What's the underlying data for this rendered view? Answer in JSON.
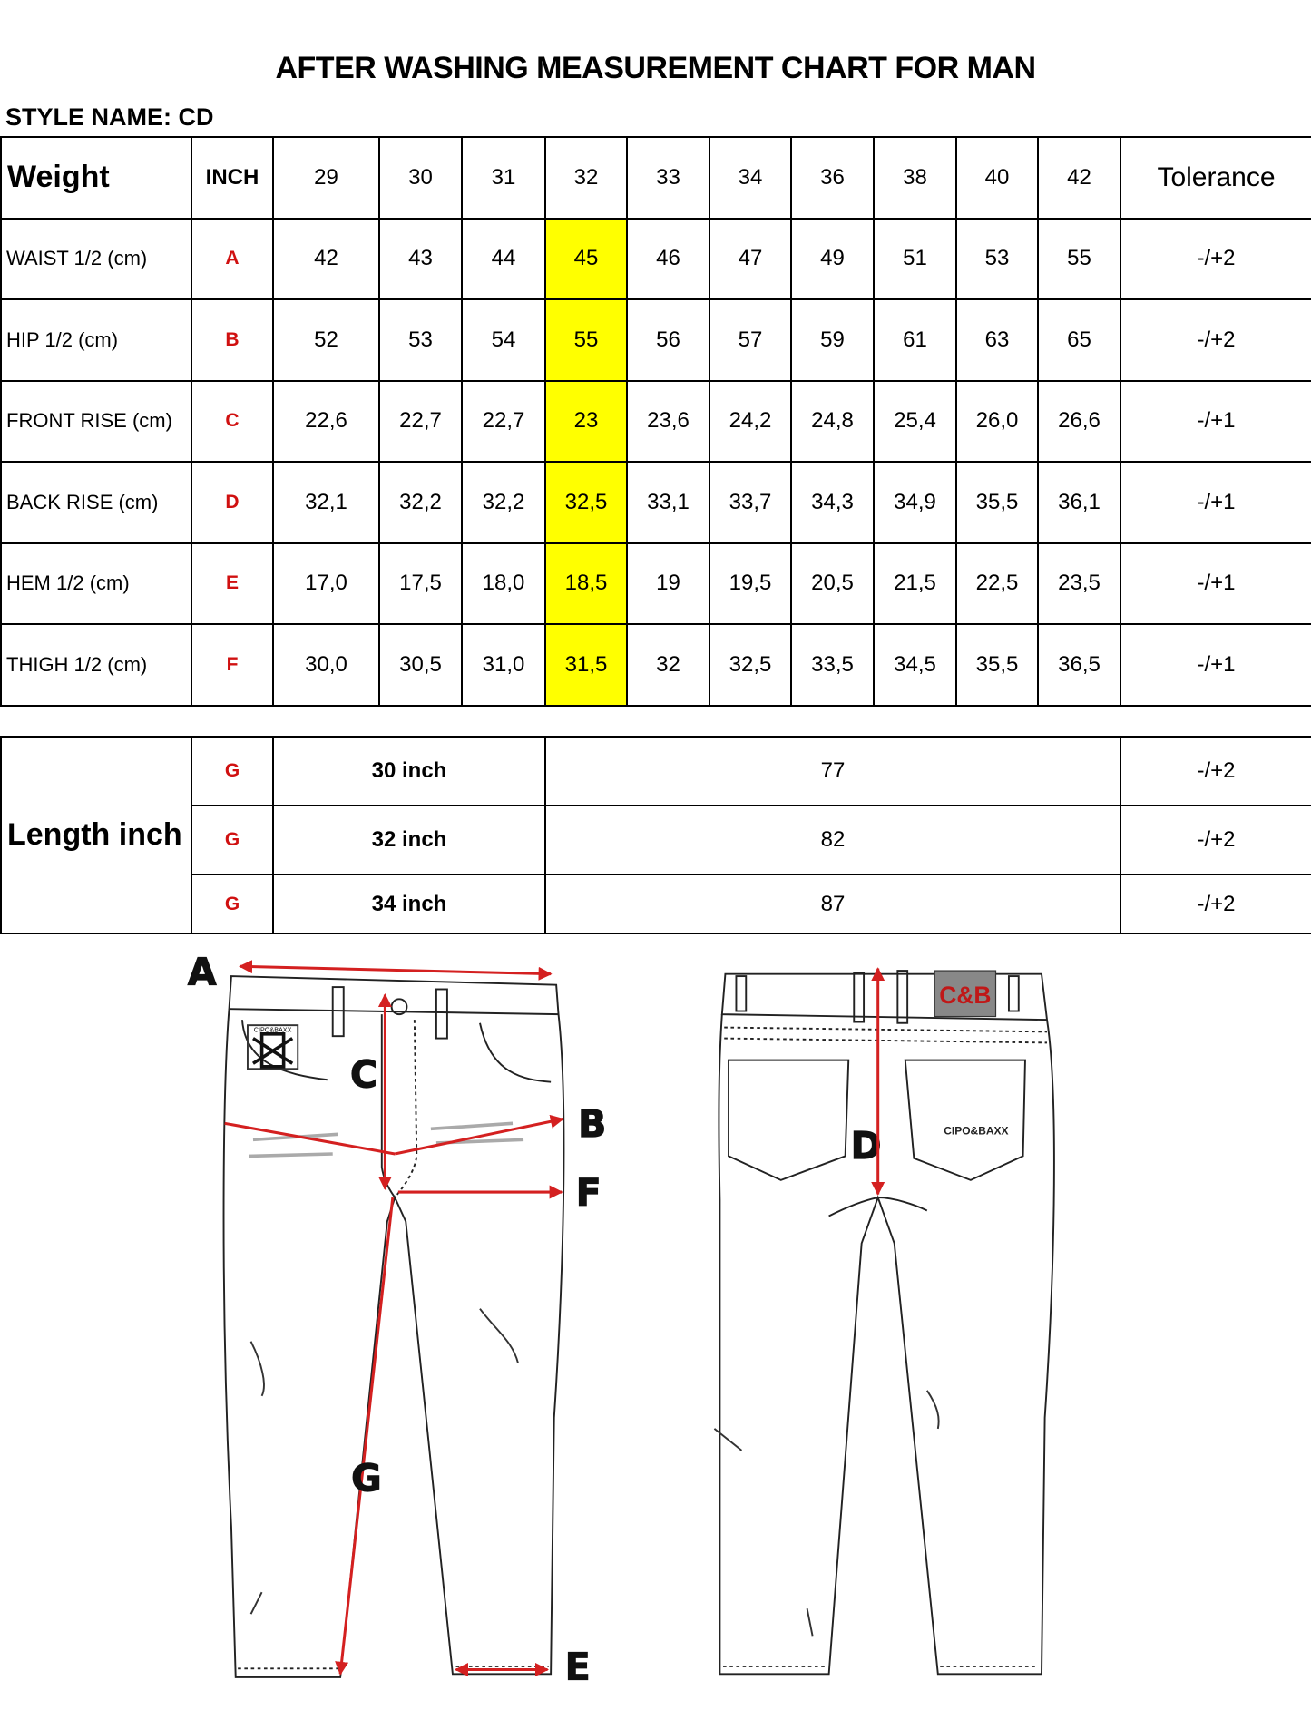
{
  "title": "AFTER WASHING MEASUREMENT CHART FOR MAN",
  "style_name": "STYLE NAME: CD",
  "highlight_color": "#ffff00",
  "code_color": "#d01010",
  "size_table": {
    "header": {
      "label": "Weight",
      "unit": "INCH",
      "sizes": [
        "29",
        "30",
        "31",
        "32",
        "33",
        "34",
        "36",
        "38",
        "40",
        "42"
      ],
      "tolerance": "Tolerance"
    },
    "highlighted_size": "32",
    "rows": [
      {
        "label": "WAIST 1/2 (cm)",
        "code": "A",
        "values": [
          "42",
          "43",
          "44",
          "45",
          "46",
          "47",
          "49",
          "51",
          "53",
          "55"
        ],
        "tolerance": "-/+2"
      },
      {
        "label": "HIP 1/2 (cm)",
        "code": "B",
        "values": [
          "52",
          "53",
          "54",
          "55",
          "56",
          "57",
          "59",
          "61",
          "63",
          "65"
        ],
        "tolerance": "-/+2"
      },
      {
        "label": "FRONT RISE (cm)",
        "code": "C",
        "values": [
          "22,6",
          "22,7",
          "22,7",
          "23",
          "23,6",
          "24,2",
          "24,8",
          "25,4",
          "26,0",
          "26,6"
        ],
        "tolerance": "-/+1"
      },
      {
        "label": "BACK RISE (cm)",
        "code": "D",
        "values": [
          "32,1",
          "32,2",
          "32,2",
          "32,5",
          "33,1",
          "33,7",
          "34,3",
          "34,9",
          "35,5",
          "36,1"
        ],
        "tolerance": "-/+1"
      },
      {
        "label": "HEM 1/2  (cm)",
        "code": "E",
        "values": [
          "17,0",
          "17,5",
          "18,0",
          "18,5",
          "19",
          "19,5",
          "20,5",
          "21,5",
          "22,5",
          "23,5"
        ],
        "tolerance": "-/+1"
      },
      {
        "label": "THIGH 1/2 (cm)",
        "code": "F",
        "values": [
          "30,0",
          "30,5",
          "31,0",
          "31,5",
          "32",
          "32,5",
          "33,5",
          "34,5",
          "35,5",
          "36,5"
        ],
        "tolerance": "-/+1"
      }
    ]
  },
  "length_table": {
    "label": "Length inch",
    "rows": [
      {
        "code": "G",
        "size": "30 inch",
        "value": "77",
        "tolerance": "-/+2"
      },
      {
        "code": "G",
        "size": "32 inch",
        "value": "82",
        "tolerance": "-/+2"
      },
      {
        "code": "G",
        "size": "34 inch",
        "value": "87",
        "tolerance": "-/+2"
      }
    ]
  },
  "diagram": {
    "letters": [
      "A",
      "B",
      "C",
      "D",
      "E",
      "F",
      "G"
    ],
    "brand_tag": "C&B",
    "pocket_label": "CIPO&BAXX",
    "front_patch": "CIPO&BAXX"
  }
}
